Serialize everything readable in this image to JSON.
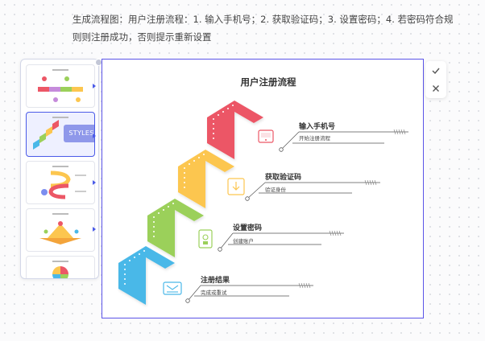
{
  "prompt": {
    "text": "生成流程图：用户注册流程：1. 输入手机号；2. 获取验证码；3. 设置密码；4. 若密码符合规则则注册成功，否则提示重新设置"
  },
  "side_panel": {
    "styles_label": "STYLES",
    "thumbnail_count": 5
  },
  "diagram": {
    "title": "用户注册流程",
    "steps": [
      {
        "title": "输入手机号",
        "desc": "开始注册流程",
        "color": "#ec5766",
        "icon": "phone-icon"
      },
      {
        "title": "获取验证码",
        "desc": "验证身份",
        "color": "#fcc64f",
        "icon": "download-code-icon"
      },
      {
        "title": "设置密码",
        "desc": "创建账户",
        "color": "#9bd05a",
        "icon": "password-lock-icon"
      },
      {
        "title": "注册结果",
        "desc": "完成或重试",
        "color": "#4ab8e8",
        "icon": "email-icon"
      }
    ]
  },
  "actions": {
    "confirm": "check-icon",
    "cancel": "close-icon"
  },
  "colors": {
    "accent": "#5b54e8",
    "selection": "#4a5ae8"
  }
}
